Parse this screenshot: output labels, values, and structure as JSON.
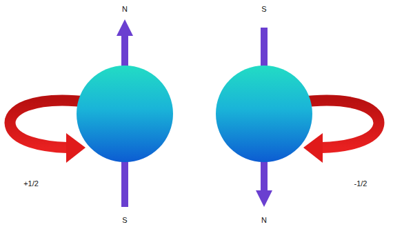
{
  "diagram": {
    "labels": [
      "N",
      "S",
      "+1/2",
      "-1/2",
      "S",
      "N"
    ]
  }
}
